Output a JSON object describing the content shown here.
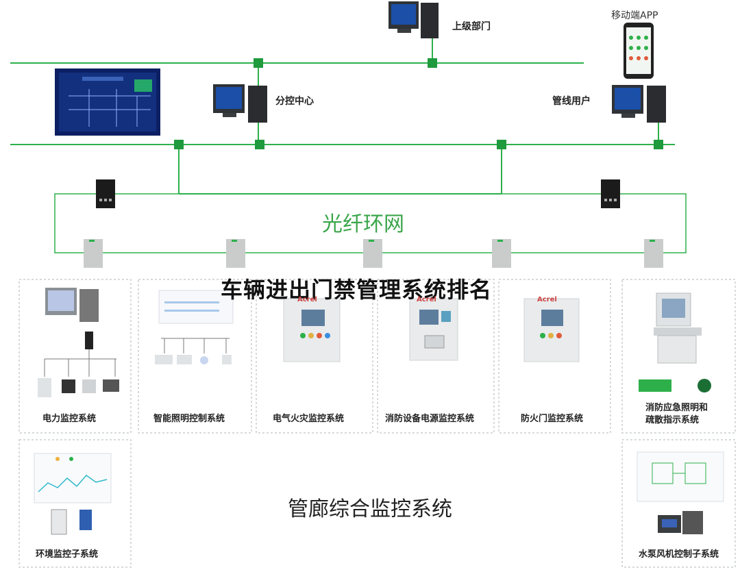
{
  "header": {
    "main_title": "车辆进出门禁管理系统排名"
  },
  "network": {
    "upper_dept": "上级部门",
    "mobile_app": "移动端APP",
    "sub_center": "分控中心",
    "pipeline_user": "管线用户",
    "fiber_ring": "光纤环网",
    "center_title": "管廊综合监控系统"
  },
  "subsystems": [
    {
      "label": "电力监控系统"
    },
    {
      "label": "智能照明控制系统"
    },
    {
      "label": "电气火灾监控系统"
    },
    {
      "label": "消防设备电源监控系统"
    },
    {
      "label": "防火门监控系统"
    },
    {
      "label": "消防应急照明和"
    },
    {
      "label": "疏散指示系统"
    },
    {
      "label": "环境监控子系统"
    },
    {
      "label": "水泵风机控制子系统"
    }
  ],
  "device_brand": "Acrel",
  "colors": {
    "network_line": "#2db04a",
    "node": "#1f9a3d",
    "ring_text": "#3aa54a",
    "dashed_border": "#c9cfc9"
  }
}
